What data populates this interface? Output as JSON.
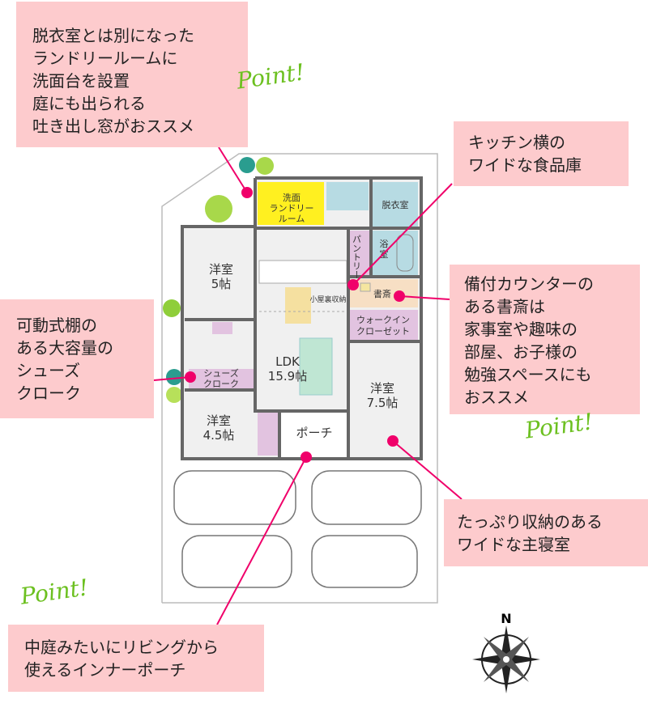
{
  "callouts": {
    "laundry": [
      "脱衣室とは別になった",
      "ランドリールームに",
      "洗面台を設置",
      "庭にも出られる",
      "吐き出し窓がおススメ"
    ],
    "pantry": [
      "キッチン横の",
      "ワイドな食品庫"
    ],
    "study": [
      "備付カウンターの",
      "ある書斎は",
      "家事室や趣味の",
      "部屋、お子様の",
      "勉強スペースにも",
      "おススメ"
    ],
    "shoes": [
      "可動式棚の",
      "ある大容量の",
      "シューズ",
      "クローク"
    ],
    "bedroom": [
      "たっぷり収納のある",
      "ワイドな主寝室"
    ],
    "porch": [
      "中庭みたいにリビングから",
      "使えるインナーポーチ"
    ]
  },
  "point_label": "Point!",
  "rooms": {
    "laundry": [
      "洗面",
      "ランドリー",
      "ルーム"
    ],
    "dressing": "脱衣室",
    "bath": [
      "浴",
      "室"
    ],
    "pantry": "パントリー",
    "study": "書斎",
    "attic": "小屋裏収納",
    "wic": [
      "ウォークイン",
      "クローゼット"
    ],
    "room5": [
      "洋室",
      "5帖"
    ],
    "room75": [
      "洋室",
      "7.5帖"
    ],
    "room45": [
      "洋室",
      "4.5帖"
    ],
    "ldk": [
      "LDK",
      "15.9帖"
    ],
    "shoe_cloak": [
      "シューズ",
      "クローク"
    ],
    "porch": "ポーチ"
  },
  "compass": "N",
  "colors": {
    "callout": "#fdcbcd",
    "marker": "#f0006a",
    "point": "#6cc020",
    "laundry": "#fff020",
    "wet": "#b7dbe3",
    "storage": "#e2c3e0",
    "study": "#f7dfc4"
  }
}
